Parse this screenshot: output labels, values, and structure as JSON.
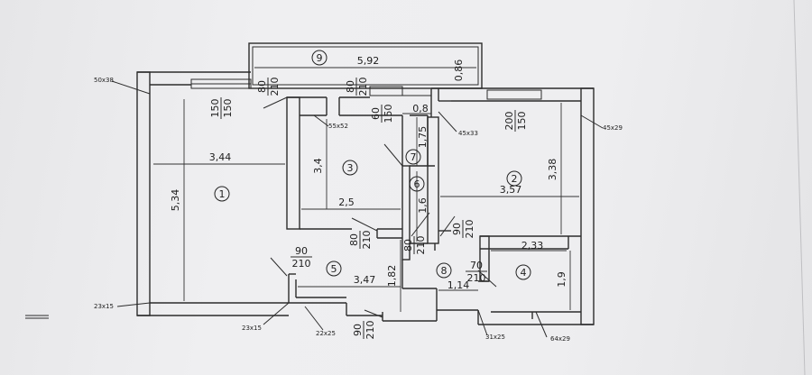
{
  "labels": {
    "room_1": "1",
    "room_2": "2",
    "room_3": "3",
    "room_4": "4",
    "room_5": "5",
    "room_6": "6",
    "room_7": "7",
    "room_8": "8",
    "room_9": "9",
    "dim_592": "5,92",
    "dim_086": "0,86",
    "dim_344": "3,44",
    "dim_534": "5,34",
    "dim_34": "3,4",
    "dim_25": "2,5",
    "dim_08": "0,8",
    "dim_175": "1,75",
    "dim_16": "1,6",
    "dim_357": "3,57",
    "dim_338": "3,38",
    "dim_233": "2,33",
    "dim_19": "1,9",
    "dim_347": "3,47",
    "dim_182": "1,82",
    "dim_114": "1,14",
    "win_150_150_a_top": "150",
    "win_150_150_a_bot": "150",
    "door_80_210_a_top": "80",
    "door_80_210_a_bot": "210",
    "door_80_210_b_top": "80",
    "door_80_210_b_bot": "210",
    "win_60_150_top": "60",
    "win_60_150_bot": "150",
    "win_200_150_top": "200",
    "win_200_150_bot": "150",
    "door_80_210_c_top": "80",
    "door_80_210_c_bot": "210",
    "door_80_210_d_top": "80",
    "door_80_210_d_bot": "210",
    "door_90_210_a_top": "90",
    "door_90_210_a_bot": "210",
    "door_90_210_b_top": "90",
    "door_90_210_b_bot": "210",
    "door_90_210_c_top": "90",
    "door_90_210_c_bot": "210",
    "door_70_210_top": "70",
    "door_70_210_bot": "210",
    "col_50x38": "50x38",
    "col_55x52": "55x52",
    "col_45x33": "45x33",
    "col_45x29": "45x29",
    "col_23x15_a": "23x15",
    "col_23x15_b": "23x15",
    "col_22x25": "22x25",
    "col_31x25": "31x25",
    "col_64x29": "64x29"
  },
  "colors": {
    "ink": "#2c2c2c",
    "paper": "#eeeef0",
    "background": "#c9c9cb"
  }
}
